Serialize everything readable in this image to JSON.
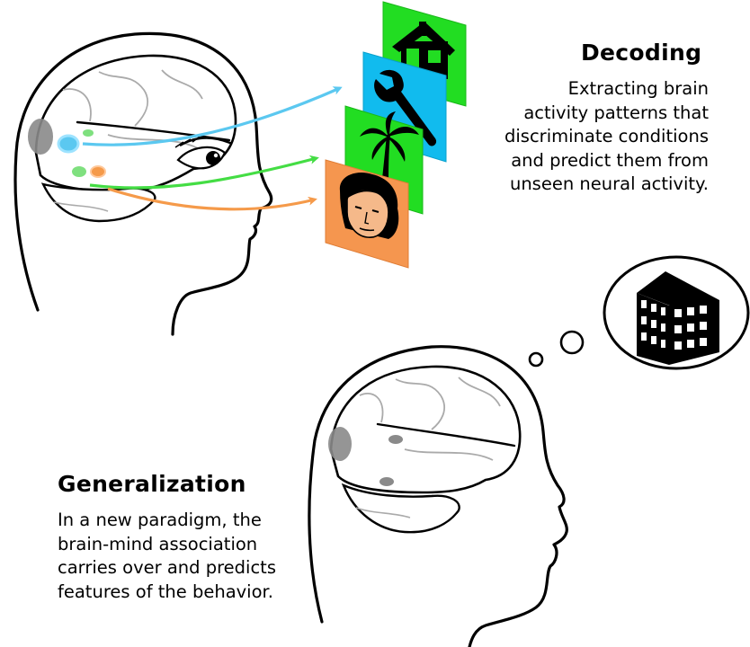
{
  "decoding": {
    "title": "Decoding",
    "description_lines": [
      "Extracting brain",
      "activity patterns that",
      "discriminate conditions",
      "and predict them from",
      "unseen neural activity."
    ]
  },
  "generalization": {
    "title": "Generalization",
    "description_lines": [
      "In a new paradigm, the",
      "brain-mind association",
      "carries over and predicts",
      "features of the behavior."
    ]
  },
  "cards": [
    {
      "icon": "house-icon",
      "color": "#22dd22"
    },
    {
      "icon": "wrench-icon",
      "color": "#11bbee"
    },
    {
      "icon": "palm-tree-icon",
      "color": "#22dd22"
    },
    {
      "icon": "face-icon",
      "color": "#f5964f"
    }
  ],
  "arrow_colors": {
    "blue": "#5bc8f0",
    "green": "#44dd44",
    "orange": "#f59a4a"
  },
  "thought_icon": "building-icon"
}
